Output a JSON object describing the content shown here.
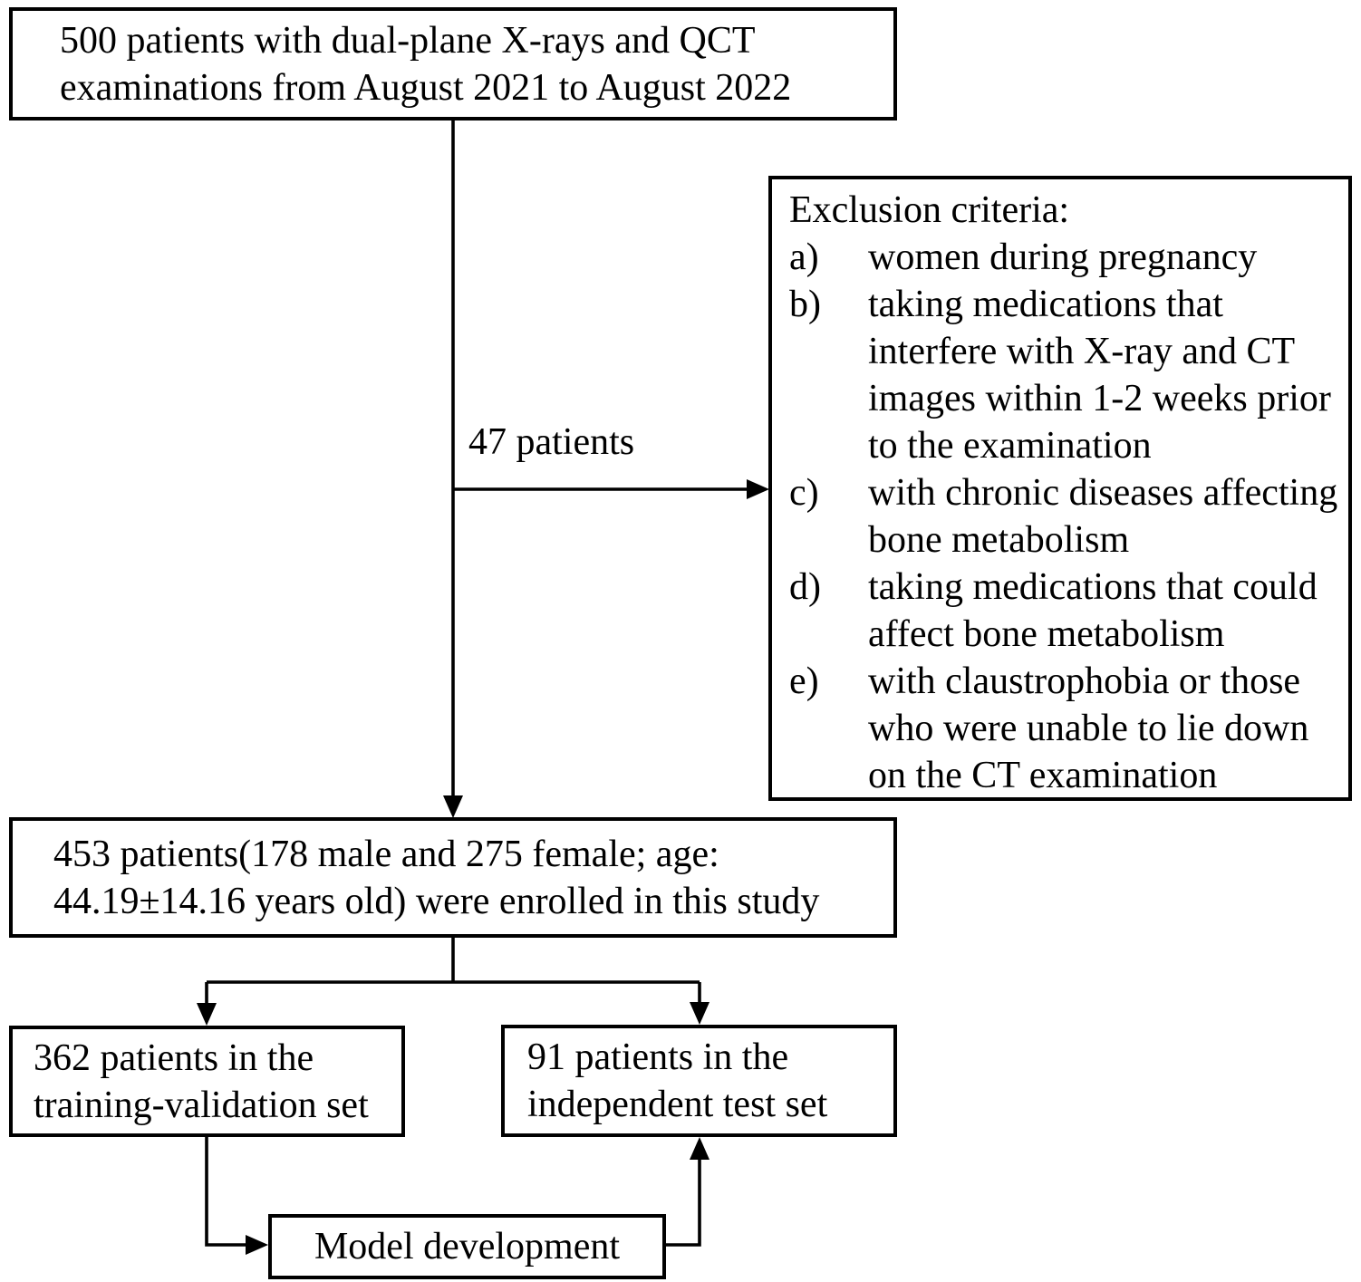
{
  "figure": {
    "colors": {
      "background": "#ffffff",
      "line": "#000000",
      "text": "#000000"
    },
    "boxes": {
      "source": {
        "text": "500 patients with dual-plane X-rays and QCT examinations from August 2021 to August 2022"
      },
      "exclusion": {
        "title": "Exclusion criteria:",
        "items": [
          {
            "label": "a)",
            "text": "women during pregnancy"
          },
          {
            "label": "b)",
            "text": "taking medications that interfere with X-ray and CT images within 1-2 weeks prior to the examination"
          },
          {
            "label": "c)",
            "text": "with chronic diseases affecting bone metabolism"
          },
          {
            "label": "d)",
            "text": "taking medications that could affect bone metabolism"
          },
          {
            "label": "e)",
            "text": "with claustrophobia or those who were unable to lie down on the CT examination"
          }
        ]
      },
      "enrolled": {
        "text": "453 patients(178 male and 275 female; age: 44.19±14.16 years old) were enrolled in this study"
      },
      "training": {
        "text": "362 patients in the training-validation set"
      },
      "test": {
        "text": "91 patients in the independent test set"
      },
      "model": {
        "text": "Model development"
      }
    },
    "edge_labels": {
      "excluded": "47 patients"
    }
  }
}
